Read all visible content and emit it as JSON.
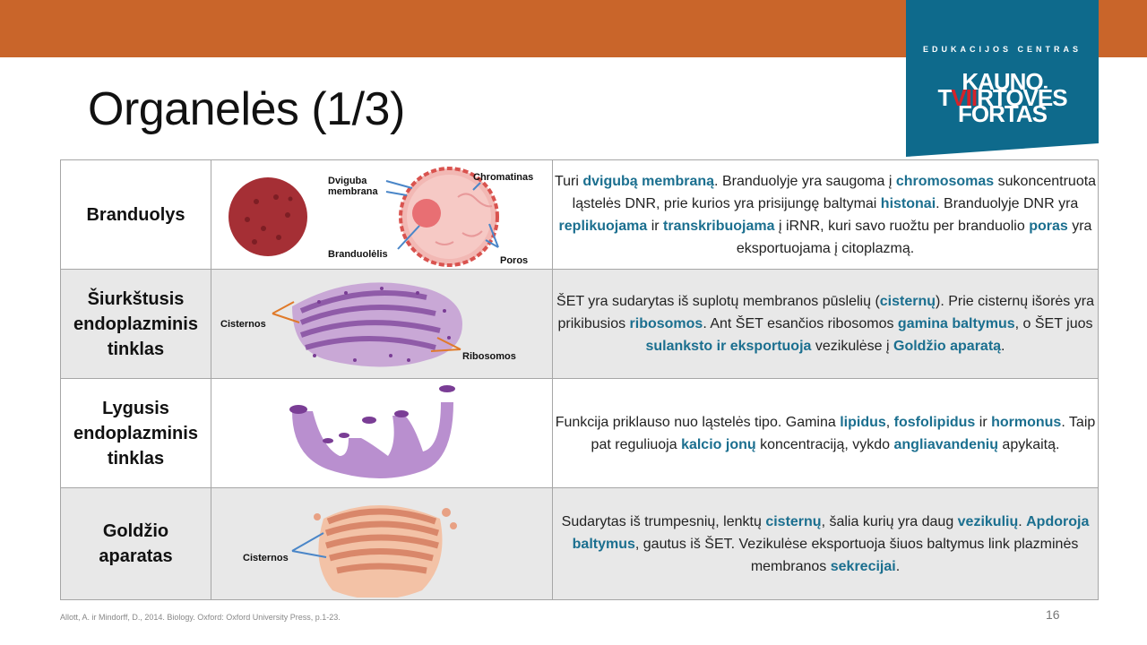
{
  "slide": {
    "title": "Organelės (1/3)",
    "page_number": "16",
    "reference": "Allott, A. ir Mindorff, D., 2014. Biology. Oxford: Oxford University Press, p.1-23."
  },
  "logo": {
    "top": "EDUKACIJOS CENTRAS",
    "line1": "KAUNO",
    "line2a": "T",
    "line2b": "VII",
    "line2c": "RTOVĖS",
    "line3": "FORTAS",
    "colors": {
      "background": "#0e6a8c",
      "accent": "#d4232a"
    }
  },
  "colors": {
    "topbar": "#c9652a",
    "highlight": "#1b6f8f",
    "label_arrow_blue": "#4a86c8",
    "label_arrow_orange": "#e07a2a"
  },
  "rows": [
    {
      "name": "Branduolys",
      "labels": {
        "dviguba": "Dviguba\nmembrana",
        "chromatinas": "Chromatinas",
        "branduolelis": "Branduolėlis",
        "poros": "Poros"
      },
      "desc": [
        {
          "t": "Turi "
        },
        {
          "t": "dvigubą membraną",
          "h": true
        },
        {
          "t": ". Branduolyje yra saugoma į "
        },
        {
          "t": "chromosomas",
          "h": true
        },
        {
          "t": " sukoncentruota ląstelės DNR, prie kurios yra prisijungę baltymai "
        },
        {
          "t": "histonai",
          "h": true
        },
        {
          "t": ". Branduolyje DNR yra "
        },
        {
          "t": "replikuojama",
          "h": true
        },
        {
          "t": " ir "
        },
        {
          "t": "transkribuojama",
          "h": true
        },
        {
          "t": " į iRNR, kuri savo ruožtu per branduolio "
        },
        {
          "t": "poras",
          "h": true
        },
        {
          "t": " yra eksportuojama į citoplazmą."
        }
      ]
    },
    {
      "name": "Šiurkštusis\nendoplazminis\ntinklas",
      "labels": {
        "cisternos": "Cisternos",
        "ribosomos": "Ribosomos"
      },
      "desc": [
        {
          "t": "ŠET yra sudarytas iš suplotų membranos pūslelių ("
        },
        {
          "t": "cisternų",
          "h": true
        },
        {
          "t": "). Prie cisternų išorės yra prikibusios "
        },
        {
          "t": "ribosomos",
          "h": true
        },
        {
          "t": ". Ant ŠET esančios ribosomos "
        },
        {
          "t": "gamina baltymus",
          "h": true
        },
        {
          "t": ", o ŠET juos "
        },
        {
          "t": "sulanksto ir eksportuoja",
          "h": true
        },
        {
          "t": " vezikulėse į "
        },
        {
          "t": "Goldžio aparatą",
          "h": true
        },
        {
          "t": "."
        }
      ]
    },
    {
      "name": "Lygusis\nendoplazminis\ntinklas",
      "labels": {},
      "desc": [
        {
          "t": "Funkcija priklauso nuo ląstelės tipo. Gamina "
        },
        {
          "t": "lipidus",
          "h": true
        },
        {
          "t": ", "
        },
        {
          "t": "fosfolipidus",
          "h": true
        },
        {
          "t": " ir "
        },
        {
          "t": "hormonus",
          "h": true
        },
        {
          "t": ". Taip pat reguliuoja "
        },
        {
          "t": "kalcio jonų",
          "h": true
        },
        {
          "t": " koncentraciją, vykdo "
        },
        {
          "t": "angliavandenių",
          "h": true
        },
        {
          "t": " apykaitą."
        }
      ]
    },
    {
      "name": "Goldžio\naparatas",
      "labels": {
        "cisternos": "Cisternos"
      },
      "desc": [
        {
          "t": "Sudarytas iš trumpesnių, lenktų "
        },
        {
          "t": "cisternų",
          "h": true
        },
        {
          "t": ", šalia kurių yra daug "
        },
        {
          "t": "vezikulių",
          "h": true
        },
        {
          "t": ". "
        },
        {
          "t": "Apdoroja baltymus",
          "h": true
        },
        {
          "t": ", gautus iš ŠET. Vezikulėse eksportuoja šiuos baltymus link plazminės membranos "
        },
        {
          "t": "sekrecijai",
          "h": true
        },
        {
          "t": "."
        }
      ]
    }
  ]
}
